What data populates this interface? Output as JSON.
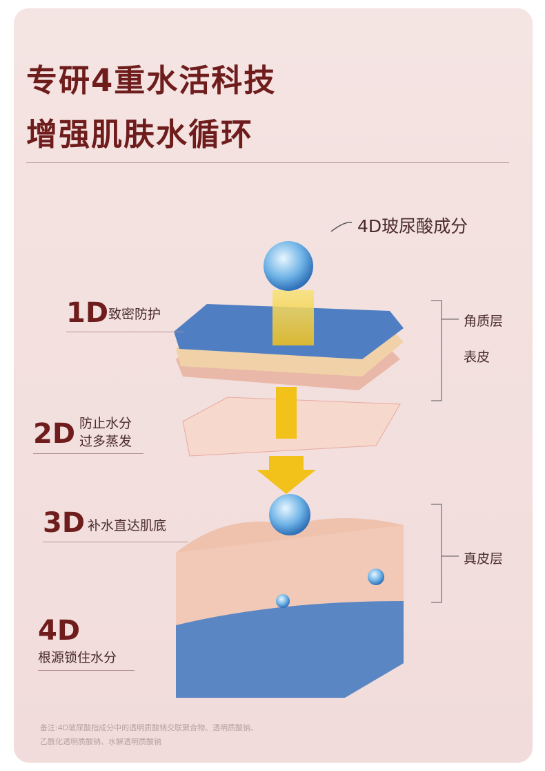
{
  "title": {
    "line1": "专研4重水活科技",
    "line2": "增强肌肤水循环"
  },
  "ingredient_label": "4D玻尿酸成分",
  "layers": [
    {
      "num": "1D",
      "desc": "致密防护"
    },
    {
      "num": "2D",
      "desc_line1": "防止水分",
      "desc_line2": "过多蒸发"
    },
    {
      "num": "3D",
      "desc": "补水直达肌底"
    },
    {
      "num": "4D",
      "desc": "根源锁住水分"
    }
  ],
  "skin_labels": {
    "stratum_corneum": "角质层",
    "epidermis": "表皮",
    "dermis": "真皮层"
  },
  "footnote": {
    "line1": "备注:4D玻尿酸指成分中的透明质酸钠交联聚合物、透明质酸钠、",
    "line2": "乙酰化透明质酸钠、水解透明质酸钠"
  },
  "colors": {
    "title": "#6e1c1c",
    "background": "#f3e0de",
    "arrow": "#f2c21b"
  }
}
